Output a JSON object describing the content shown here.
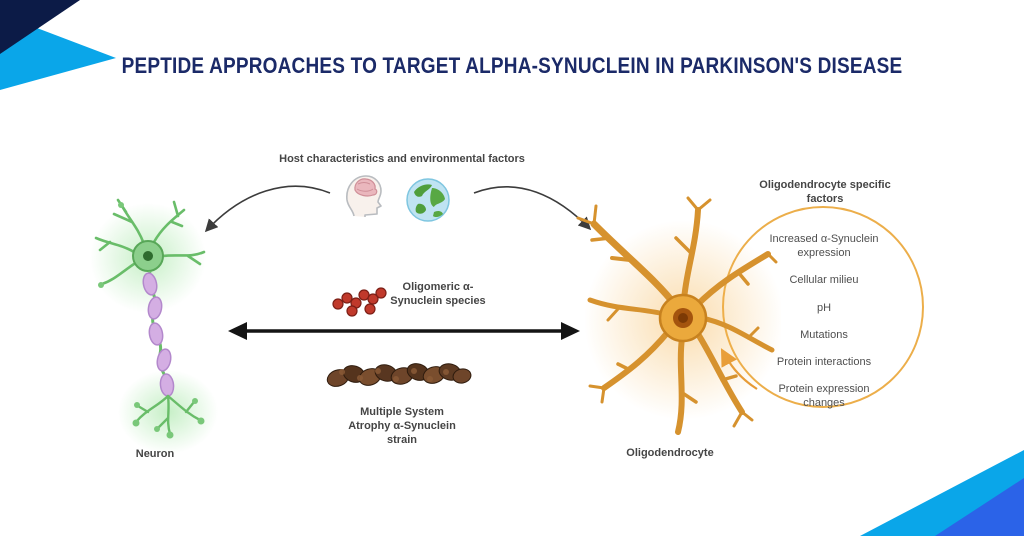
{
  "title": "Peptide Approaches to Target Alpha-Synuclein in Parkinson's Disease",
  "labels": {
    "host_factors": "Host characteristics and environmental factors",
    "oligomeric_species": "Oligomeric α-Synuclein species",
    "msa_strain": "Multiple System Atrophy α-Synuclein strain",
    "neuron": "Neuron",
    "oligodendrocyte": "Oligodendrocyte"
  },
  "factors_panel": {
    "heading": "Oligodendrocyte specific factors",
    "items": [
      "Increased α-Synuclein expression",
      "Cellular milieu",
      "pH",
      "Mutations",
      "Protein interactions",
      "Protein expression changes"
    ]
  },
  "icons": {
    "head": "human-head-brain-icon",
    "globe": "globe-icon",
    "oligomer": "red-oligomer-cluster-icon",
    "fibril": "brown-fibril-strand-icon"
  },
  "colors": {
    "title_navy": "#1b2a68",
    "accent_navy": "#0c1b47",
    "accent_cyan": "#0aa6e9",
    "accent_blue": "#2b63e8",
    "neuron_green": "#69bd69",
    "myelin_purple": "#d4aee3",
    "oligo_orange": "#d6922e",
    "oligomer_red": "#c0392b",
    "fibril_brown": "#5d3a22",
    "ring_orange": "#ecae4a",
    "arrow_dark": "#1a1a1a"
  }
}
